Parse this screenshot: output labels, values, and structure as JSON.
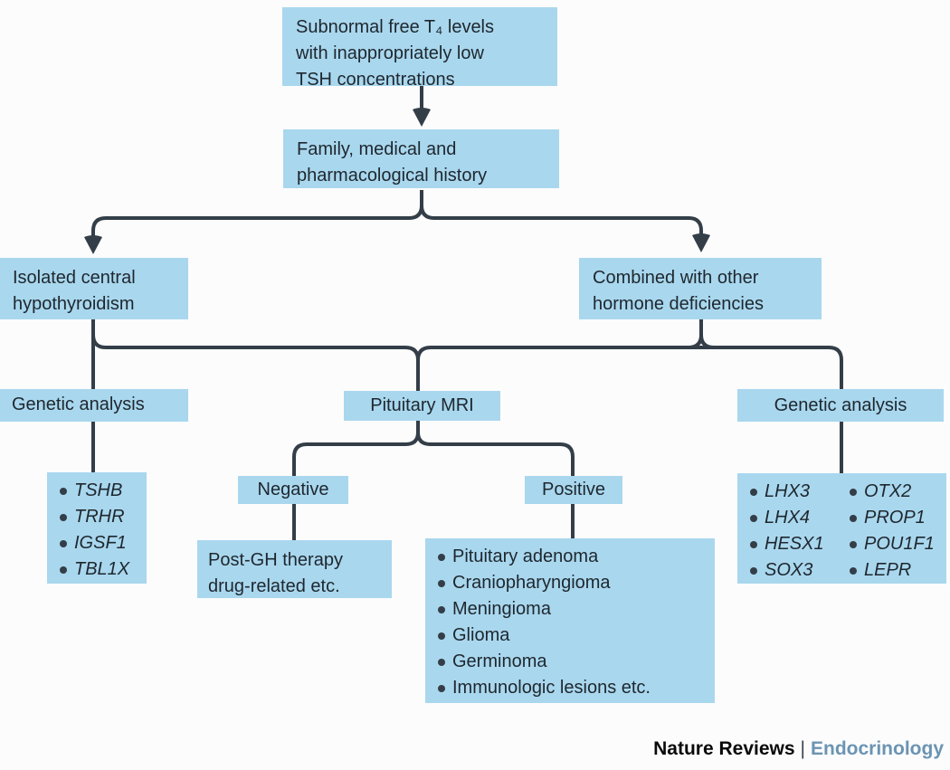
{
  "palette": {
    "node_fill": "#a9d7ee",
    "connector_line": "#333e48",
    "text": "#1e272e",
    "brand_accent": "#6b94b2",
    "background": "#fcfcfc"
  },
  "nodes": {
    "subnormal": {
      "text": "Subnormal free T₄ levels\nwith inappropriately low\nTSH concentrations"
    },
    "history": {
      "text": "Family, medical and\npharmacological history"
    },
    "isolated": {
      "text": "Isolated central\nhypothyroidism"
    },
    "combined": {
      "text": "Combined with other\nhormone deficiencies"
    },
    "genetic_left": {
      "text": "Genetic analysis"
    },
    "mri": {
      "text": "Pituitary MRI"
    },
    "genetic_right": {
      "text": "Genetic analysis"
    },
    "genes_left": {
      "items": [
        "TSHB",
        "TRHR",
        "IGSF1",
        "TBL1X"
      ]
    },
    "negative": {
      "text": "Negative"
    },
    "positive": {
      "text": "Positive"
    },
    "post_gh": {
      "text": "Post-GH therapy\ndrug-related etc."
    },
    "positive_findings": {
      "items": [
        "Pituitary adenoma",
        "Craniopharyngioma",
        "Meningioma",
        "Glioma",
        "Germinoma",
        "Immunologic lesions etc."
      ]
    },
    "genes_right": {
      "col1": [
        "LHX3",
        "LHX4",
        "HESX1",
        "SOX3"
      ],
      "col2": [
        "OTX2",
        "PROP1",
        "POU1F1",
        "LEPR"
      ]
    }
  },
  "footer": {
    "journal": "Nature Reviews",
    "separator": "|",
    "section": "Endocrinology"
  }
}
